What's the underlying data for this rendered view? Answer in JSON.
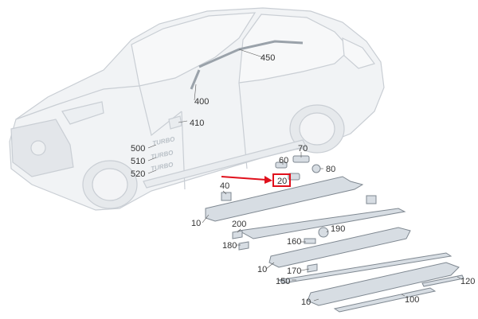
{
  "diagram": {
    "colors": {
      "car_fill": "#f1f3f5",
      "car_stroke": "#c9ced4",
      "part_fill": "#d7dde3",
      "part_stroke": "#7f8891",
      "label": "#333333",
      "highlight": "#e0101c"
    },
    "callouts": [
      {
        "id": "450",
        "text": "450"
      },
      {
        "id": "400",
        "text": "400"
      },
      {
        "id": "410",
        "text": "410"
      },
      {
        "id": "500",
        "text": "500"
      },
      {
        "id": "510",
        "text": "510"
      },
      {
        "id": "520",
        "text": "520"
      },
      {
        "id": "70",
        "text": "70"
      },
      {
        "id": "60",
        "text": "60"
      },
      {
        "id": "80",
        "text": "80"
      },
      {
        "id": "20",
        "text": "20",
        "highlighted": true
      },
      {
        "id": "40",
        "text": "40"
      },
      {
        "id": "10a",
        "text": "10"
      },
      {
        "id": "200",
        "text": "200"
      },
      {
        "id": "190",
        "text": "190"
      },
      {
        "id": "180",
        "text": "180"
      },
      {
        "id": "160",
        "text": "160"
      },
      {
        "id": "10b",
        "text": "10"
      },
      {
        "id": "170",
        "text": "170"
      },
      {
        "id": "150",
        "text": "150"
      },
      {
        "id": "120",
        "text": "120"
      },
      {
        "id": "10c",
        "text": "10"
      },
      {
        "id": "100",
        "text": "100"
      }
    ],
    "badges": {
      "b500": "TURBO",
      "b510": "TURBO",
      "b520": "TURBO"
    }
  }
}
